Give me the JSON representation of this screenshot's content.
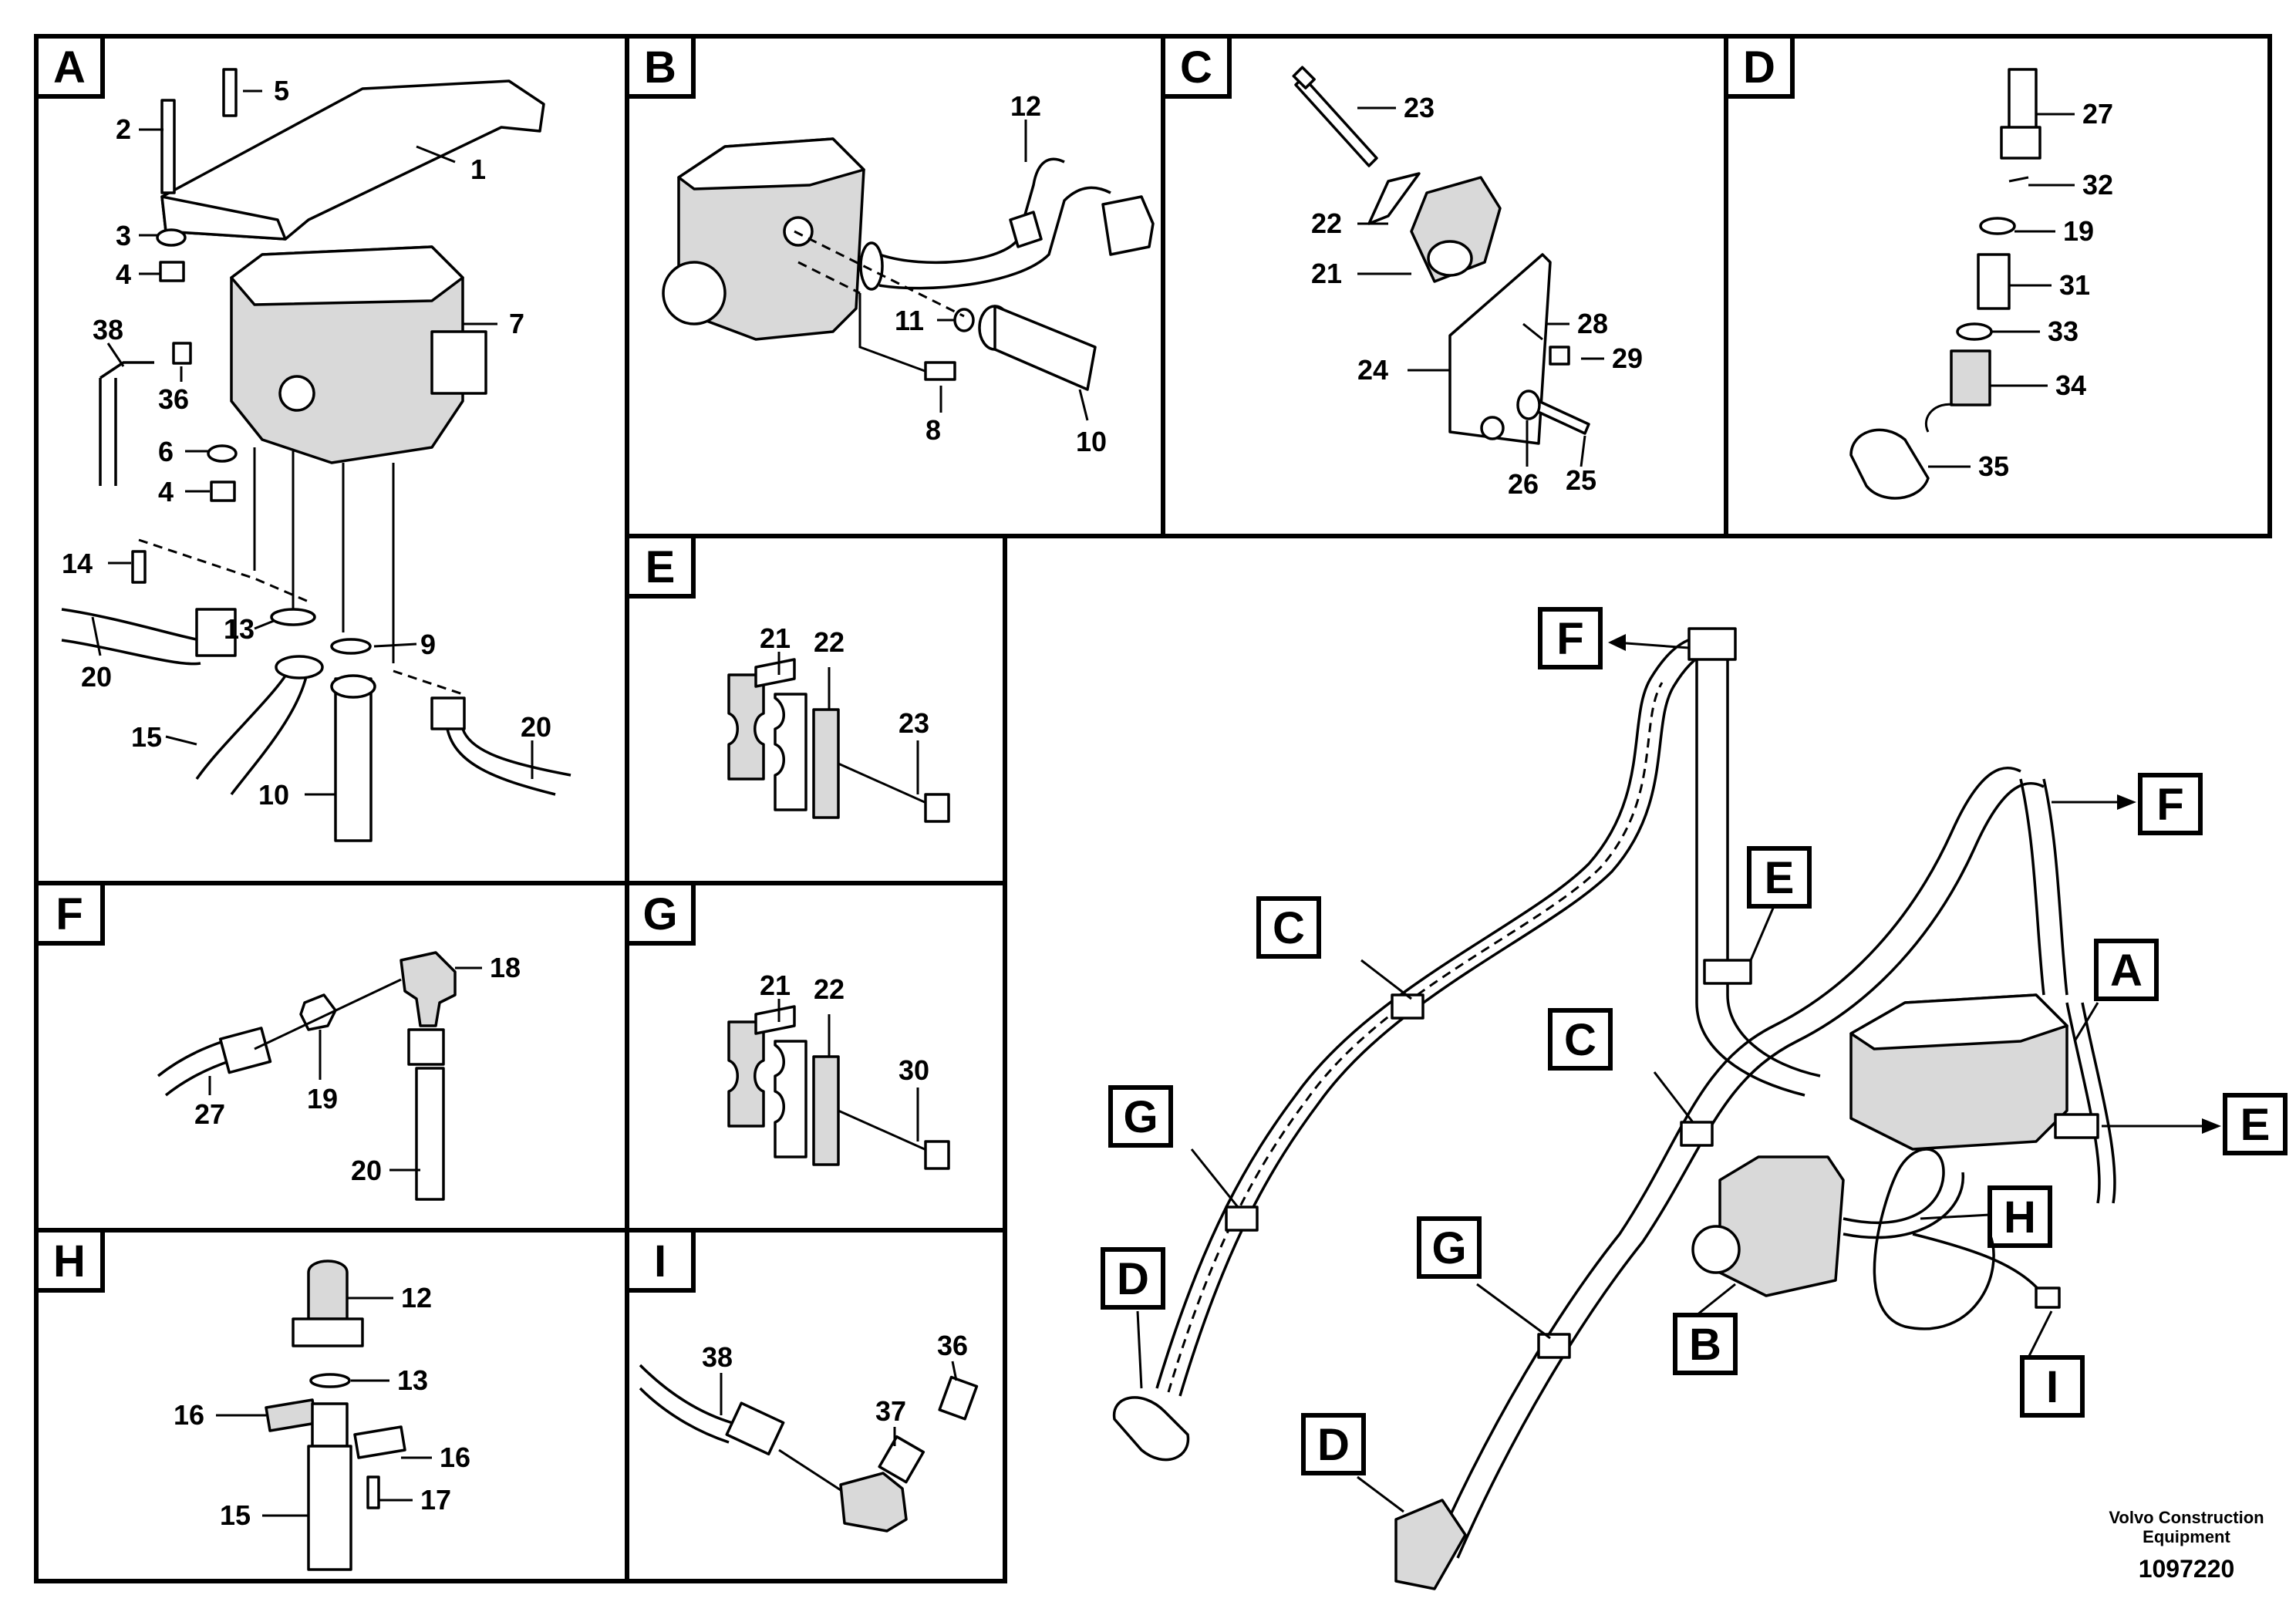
{
  "panels": {
    "A": {
      "letter": "A",
      "labels": [
        "1",
        "2",
        "3",
        "4",
        "5",
        "7",
        "38",
        "36",
        "6",
        "4",
        "14",
        "20",
        "13",
        "9",
        "15",
        "10",
        "20"
      ]
    },
    "B": {
      "letter": "B",
      "labels": [
        "12",
        "11",
        "8",
        "10"
      ]
    },
    "C": {
      "letter": "C",
      "labels": [
        "23",
        "22",
        "21",
        "28",
        "24",
        "29",
        "26",
        "25"
      ]
    },
    "D": {
      "letter": "D",
      "labels": [
        "27",
        "32",
        "19",
        "31",
        "33",
        "34",
        "35"
      ]
    },
    "E": {
      "letter": "E",
      "labels": [
        "21",
        "22",
        "23"
      ]
    },
    "F": {
      "letter": "F",
      "labels": [
        "18",
        "19",
        "27",
        "20"
      ]
    },
    "G": {
      "letter": "G",
      "labels": [
        "21",
        "22",
        "30"
      ]
    },
    "H": {
      "letter": "H",
      "labels": [
        "12",
        "13",
        "16",
        "16",
        "17",
        "15"
      ]
    },
    "I": {
      "letter": "I",
      "labels": [
        "38",
        "36",
        "37"
      ]
    }
  },
  "overview": {
    "callouts": [
      "F",
      "F",
      "E",
      "E",
      "C",
      "C",
      "A",
      "G",
      "G",
      "D",
      "D",
      "H",
      "B",
      "I"
    ]
  },
  "footer": {
    "company_line1": "Volvo Construction",
    "company_line2": "Equipment",
    "drawing_number": "1097220"
  }
}
